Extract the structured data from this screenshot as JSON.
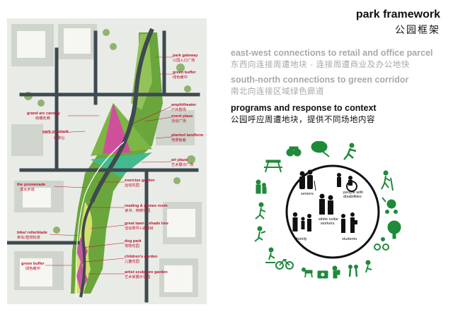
{
  "header": {
    "title_en": "park framework",
    "title_cn": "公园框架"
  },
  "points": [
    {
      "en": "east-west connections to retail and office parcel",
      "cn": "东西向连接周遭地块 - 连接周遭商业及办公地快"
    },
    {
      "en": "south-north connections to green corridor",
      "cn": "南北向连接区域绿色廊道"
    },
    {
      "en": "programs and response to context",
      "cn": "公园呼应周遭地块，提供不同场地内容"
    }
  ],
  "plan_labels": [
    {
      "en": "park gateway",
      "cn": "公园入口广场"
    },
    {
      "en": "green buffer",
      "cn": "绿色缓冲"
    },
    {
      "en": "amphitheater",
      "cn": "户外剧场"
    },
    {
      "en": "event plaza",
      "cn": "活动广场"
    },
    {
      "en": "grand arc canopy",
      "cn": "雨棚走廊"
    },
    {
      "en": "park overlook",
      "cn": "观景台"
    },
    {
      "en": "planted landform",
      "cn": "地景植栽"
    },
    {
      "en": "art plaza",
      "cn": "艺术展示广场"
    },
    {
      "en": "exercise garden",
      "cn": "运动花园"
    },
    {
      "en": "the promenade",
      "cn": "滨水步道"
    },
    {
      "en": "reading & games room",
      "cn": "读书、棋牌花园"
    },
    {
      "en": "great lawn + shade tree",
      "cn": "活动草坪+遮阳树"
    },
    {
      "en": "bike/ rollerblade",
      "cn": "单车/直排轮道"
    },
    {
      "en": "dog park",
      "cn": "宠物花园"
    },
    {
      "en": "children's garden",
      "cn": "儿童花园"
    },
    {
      "en": "artist sculpture garden",
      "cn": "艺术家展示花园"
    },
    {
      "en": "green buffer",
      "cn": "绿色缓冲"
    }
  ],
  "context": {
    "seniors": "seniors",
    "disabilities": "people with disabilities",
    "workers": "white collar workers",
    "family": "family",
    "students": "students"
  },
  "colors": {
    "accent_green": "#1e8a3a",
    "label_red": "#c0102a",
    "grey_heading": "#a9a9a9",
    "path_dark": "#3d4a4f"
  }
}
